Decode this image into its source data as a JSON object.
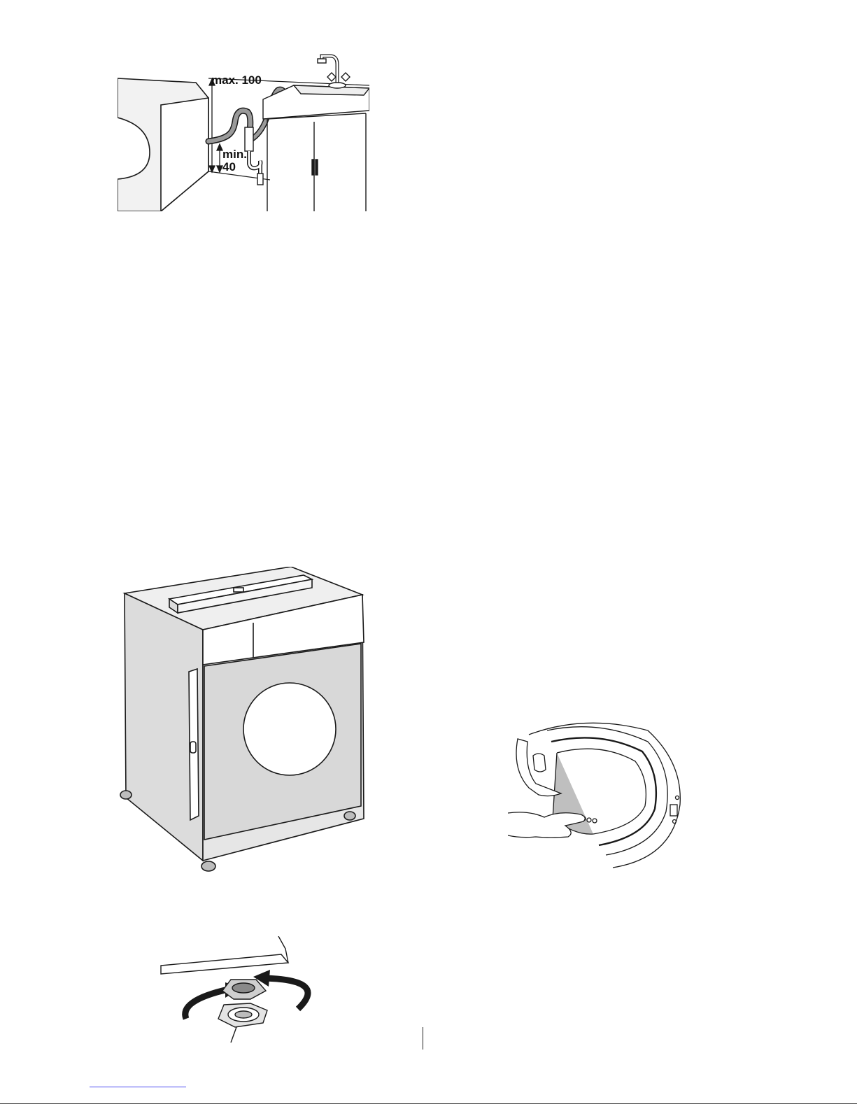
{
  "figures": {
    "drain_hose": {
      "max_label": "max. 100",
      "min_label_line1": "min.",
      "min_label_line2": "40"
    }
  },
  "colors": {
    "line": "#1a1a1a",
    "panel_shade": "#d9d9d9",
    "panel_light": "#f0f0f0",
    "hose": "#9a9a9a",
    "link_underline": "#4a4af0"
  }
}
